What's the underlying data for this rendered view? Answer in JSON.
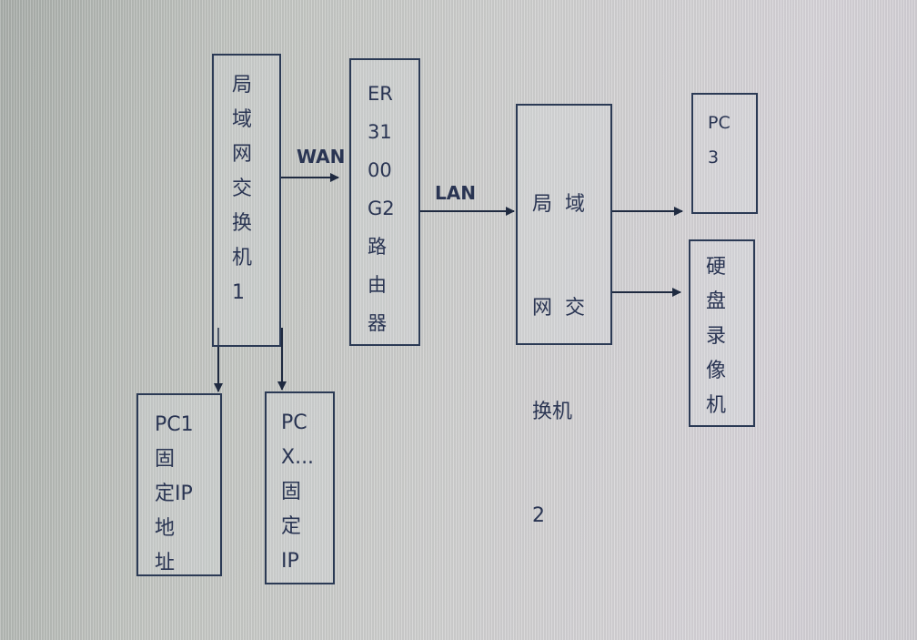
{
  "diagram": {
    "switch1": {
      "lines": [
        "局",
        "域",
        "网",
        "交",
        "换",
        "机",
        "1"
      ]
    },
    "router": {
      "lines": [
        "ER",
        "31",
        "00",
        "G2",
        "路",
        "由",
        "器"
      ]
    },
    "switch2": {
      "lines": [
        "局  域",
        "网  交",
        "换机",
        "2"
      ]
    },
    "pc3": {
      "lines": [
        "PC",
        "3"
      ]
    },
    "dvr": {
      "lines": [
        "硬",
        "盘",
        "录",
        "像",
        "机"
      ]
    },
    "pc1": {
      "lines": [
        "PC1",
        "固",
        "定IP",
        "地",
        "址"
      ]
    },
    "pcx": {
      "lines": [
        "PC",
        "X...",
        "固",
        "定",
        "IP"
      ]
    },
    "edges": {
      "wan_label": "WAN",
      "lan_label": "LAN"
    },
    "colors": {
      "line": "#2b3a55",
      "text": "#2a3553"
    }
  }
}
